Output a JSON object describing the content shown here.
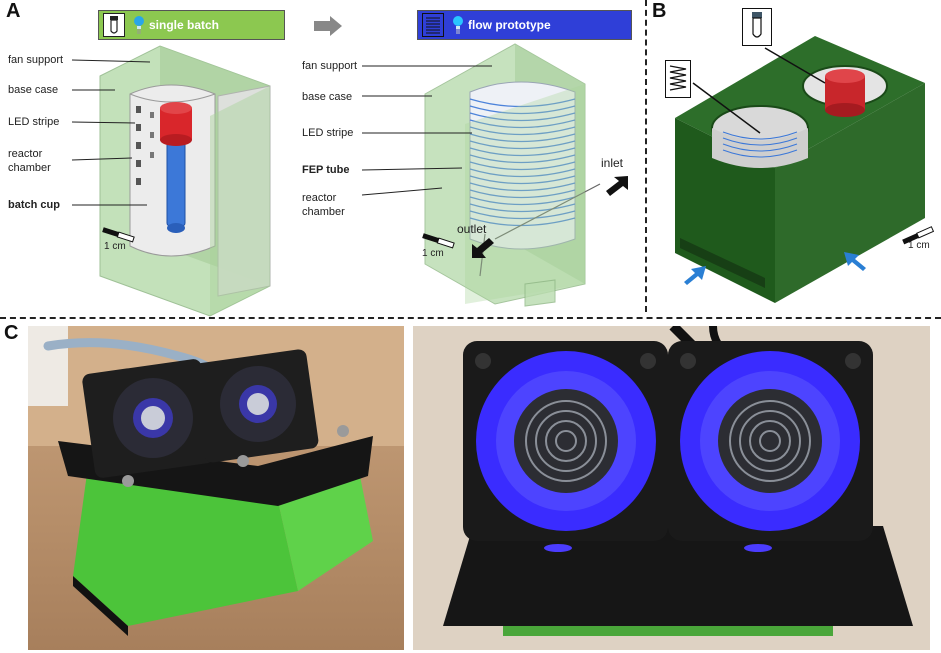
{
  "panels": {
    "a": "A",
    "b": "B",
    "c": "C"
  },
  "banners": {
    "batch": {
      "label": "single batch",
      "color": "#8cc850"
    },
    "flow": {
      "label": "flow prototype",
      "color": "#2f3fd8"
    }
  },
  "left_labels": {
    "fan_support": "fan support",
    "base_case": "base case",
    "led_stripe": "LED stripe",
    "reactor_chamber_1": "reactor",
    "reactor_chamber_2": "chamber",
    "batch_cup": "batch cup"
  },
  "mid_labels": {
    "fan_support": "fan support",
    "base_case": "base case",
    "led_stripe": "LED stripe",
    "fep_tube": "FEP tube",
    "reactor_chamber_1": "reactor",
    "reactor_chamber_2": "chamber",
    "inlet": "inlet",
    "outlet": "outlet"
  },
  "scale": {
    "a_left": "1 cm",
    "a_mid": "1 cm",
    "b": "1 cm"
  },
  "colors": {
    "case_green": "#a8d39a",
    "dark_green": "#2f5f2a",
    "red_cap": "#d9262b",
    "blue_tube": "#3c78d8",
    "fan_blue": "#3a2cff",
    "photo_green": "#5fd24a"
  }
}
